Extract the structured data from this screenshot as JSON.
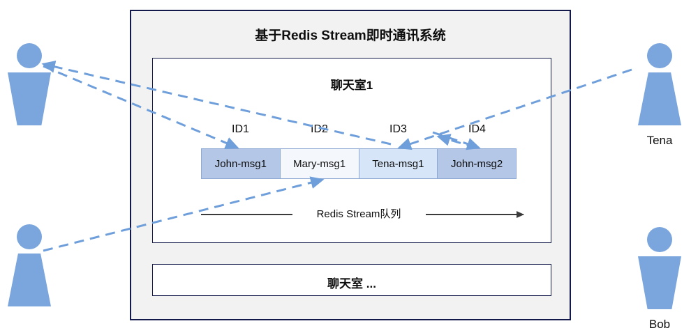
{
  "system": {
    "title": "基于Redis Stream即时通讯系统"
  },
  "rooms": [
    {
      "title": "聊天室1",
      "id_labels": [
        "ID1",
        "ID2",
        "ID3",
        "ID4"
      ],
      "messages": [
        {
          "text": "John-msg1",
          "fill": "#b4c7e7"
        },
        {
          "text": "Mary-msg1",
          "fill": "#f4f8fd"
        },
        {
          "text": "Tena-msg1",
          "fill": "#d6e6f8"
        },
        {
          "text": "John-msg2",
          "fill": "#b4c7e7"
        }
      ],
      "queue_label": "Redis Stream队列"
    },
    {
      "title": "聊天室 ..."
    }
  ],
  "people": [
    {
      "name": "",
      "shape": "wide-top",
      "position": "top-left"
    },
    {
      "name": "",
      "shape": "narrow-top",
      "position": "bottom-left"
    },
    {
      "name": "Tena",
      "shape": "narrow-top",
      "position": "top-right"
    },
    {
      "name": "Bob",
      "shape": "wide-top",
      "position": "bottom-right"
    }
  ],
  "colors": {
    "person": "#7aa5dd",
    "link": "#6f9fdb",
    "outer_border": "#13194a",
    "outer_fill": "#f2f2f2",
    "room_fill": "#ffffff",
    "cell_border": "#8ea9d4",
    "queue_arrow": "#3b3b3b"
  }
}
